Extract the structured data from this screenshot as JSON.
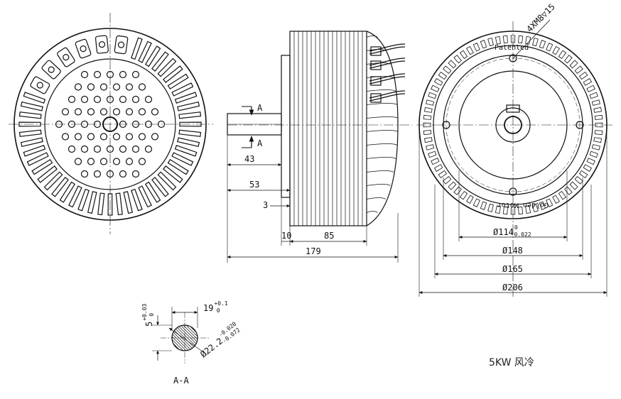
{
  "dimensions": {
    "shaft_dim_43": "43",
    "shaft_dim_53": "53",
    "shaft_dim_3": "3",
    "dim_10": "10",
    "dim_85": "85",
    "dim_179": "179",
    "dia_114": "Ø114",
    "dia_114_tol_upper": "0",
    "dia_114_tol_lower": "-0.022",
    "dia_148": "Ø148",
    "dia_165": "Ø165",
    "dia_206": "Ø206",
    "keyway_19": "19",
    "keyway_19_tol": "+0.1",
    "keyway_19_tol_lower": "0",
    "keyway_5": "5",
    "keyway_5_tol": "+0.03",
    "keyway_5_tol_lower": "0",
    "shaft_dia_22": "Ø22.2",
    "shaft_dia_22_tol_upper": "-0.020",
    "shaft_dia_22_tol_lower": "-0.072",
    "thread_callout": "4XM8▽15"
  },
  "labels": {
    "section_marker_top": "A",
    "section_marker_bottom": "A",
    "section_view_title": "A-A",
    "patented": "Patented",
    "golden_motor": "Golden Motor"
  },
  "caption": "5KW 风冷"
}
